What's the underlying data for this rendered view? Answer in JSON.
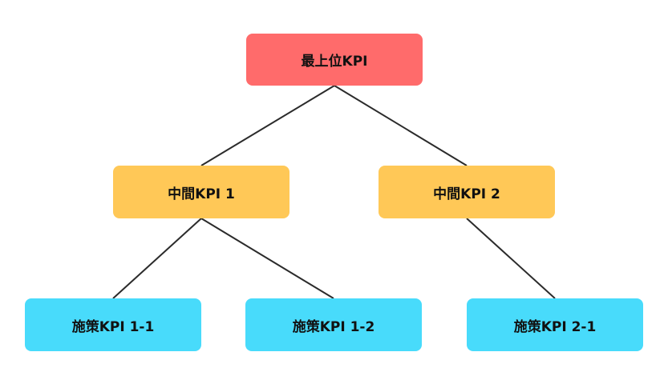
{
  "diagram": {
    "type": "tree",
    "colors": {
      "top": "#FF6B6B",
      "middle": "#FFC857",
      "leaf": "#48DBFB",
      "edge": "#2B2B2B",
      "text": "#111111"
    },
    "nodes": {
      "top": {
        "label": "最上位KPI",
        "level": "top"
      },
      "mid1": {
        "label": "中間KPI 1",
        "level": "middle"
      },
      "mid2": {
        "label": "中間KPI 2",
        "level": "middle"
      },
      "leaf11": {
        "label": "施策KPI 1-1",
        "level": "leaf"
      },
      "leaf12": {
        "label": "施策KPI 1-2",
        "level": "leaf"
      },
      "leaf21": {
        "label": "施策KPI 2-1",
        "level": "leaf"
      }
    },
    "edges": [
      {
        "from": "top",
        "to": "mid1"
      },
      {
        "from": "top",
        "to": "mid2"
      },
      {
        "from": "mid1",
        "to": "leaf11"
      },
      {
        "from": "mid1",
        "to": "leaf12"
      },
      {
        "from": "mid2",
        "to": "leaf21"
      }
    ]
  }
}
